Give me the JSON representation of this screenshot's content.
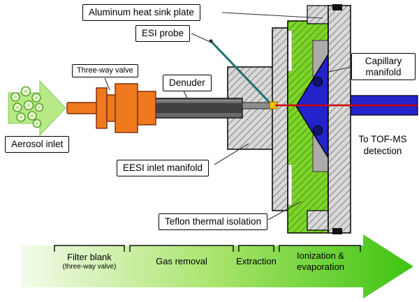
{
  "figure": {
    "callouts": {
      "aluminum_heat_sink": "Aluminum heat sink plate",
      "esi_probe": "ESI probe",
      "three_way_valve": "Three-way valve",
      "denuder": "Denuder",
      "capillary_manifold": "Capillary manifold",
      "aerosol_inlet": "Aerosol inlet",
      "eesi_inlet_manifold": "EESI inlet manifold",
      "to_tofms_detection": "To TOF-MS detection",
      "teflon_thermal_isolation": "Teflon thermal isolation"
    },
    "process_stages": [
      {
        "label": "Filter blank",
        "sublabel": "(three-way valve)"
      },
      {
        "label": "Gas removal",
        "sublabel": ""
      },
      {
        "label": "Extraction",
        "sublabel": ""
      },
      {
        "label": "Ionization & evaporation",
        "sublabel": ""
      }
    ],
    "colors": {
      "aerosol_green": "#b7e987",
      "valve_orange": "#ef7a1d",
      "manifold_blue": "#2323cc",
      "capillary_red": "#cc0000",
      "probe_teal": "#20706e",
      "teflon_green": "#7fd42a",
      "flow_gradient_start": "#f4fbea",
      "flow_gradient_end": "#3ec411"
    }
  }
}
